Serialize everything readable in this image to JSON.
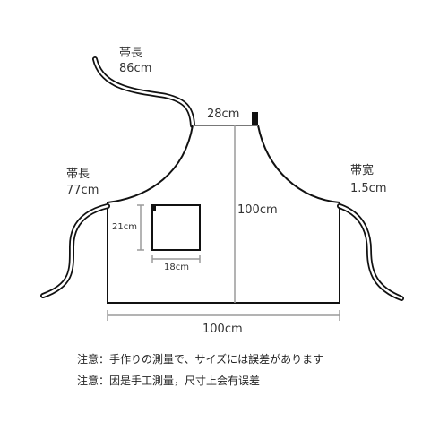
{
  "measurements": {
    "neck_strap": {
      "name": "帯長",
      "value": "86cm"
    },
    "waist_strap": {
      "name": "帯長",
      "value": "77cm"
    },
    "strap_width": {
      "name": "帯宽",
      "value": "1.5cm"
    },
    "top_width": "28cm",
    "length": "100cm",
    "pocket_height": "21cm",
    "pocket_width": "18cm",
    "bottom_width": "100cm"
  },
  "notes": {
    "japanese": "注意：手作りの測量で、サイズには誤差があります",
    "chinese": "注意：因是手工測量，尺寸上会有误差"
  },
  "colors": {
    "outline": "#111111",
    "dimension_line": "#9a9a9a",
    "text": "#333333"
  }
}
